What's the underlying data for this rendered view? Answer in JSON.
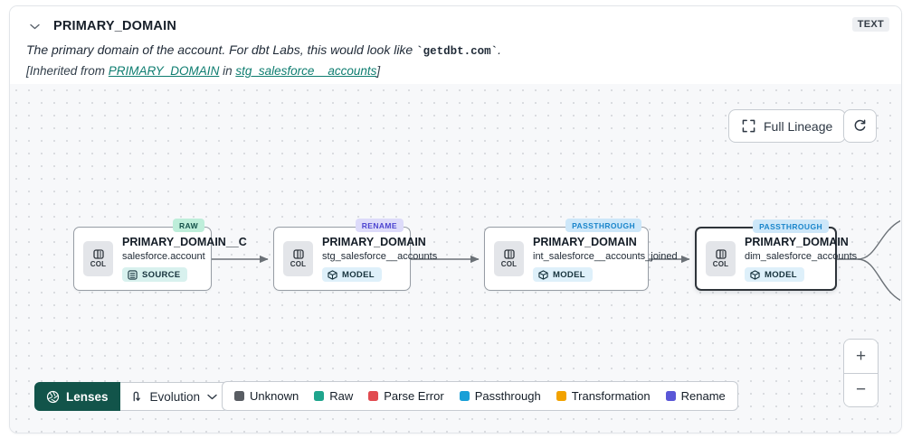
{
  "header": {
    "title": "PRIMARY_DOMAIN",
    "type_badge": "TEXT",
    "description": {
      "prefix": "The primary domain of the account. For dbt Labs, this would look like ",
      "code": "`getdbt.com`",
      "suffix": "."
    },
    "inherited": {
      "prefix": "[Inherited from ",
      "column_link": "PRIMARY_DOMAIN",
      "middle": " in ",
      "model_link": "stg_salesforce__accounts",
      "suffix": "]"
    }
  },
  "canvas": {
    "full_lineage_label": "Full Lineage",
    "zoom_in": "+",
    "zoom_out": "−"
  },
  "nodes": [
    {
      "chip": "COL",
      "badge": "RAW",
      "badge_bg": "#beeeda",
      "badge_text": "#14514a",
      "title": "PRIMARY_DOMAIN__C",
      "subtitle": "salesforce.account",
      "resource": "SOURCE",
      "resource_bg": "#d8f1ee"
    },
    {
      "chip": "COL",
      "badge": "RENAME",
      "badge_bg": "#dddbfa",
      "badge_text": "#4d45d0",
      "title": "PRIMARY_DOMAIN",
      "subtitle": "stg_salesforce__accounts",
      "resource": "MODEL",
      "resource_bg": "#def0fa"
    },
    {
      "chip": "COL",
      "badge": "PASSTHROUGH",
      "badge_bg": "#cde7f9",
      "badge_text": "#1a85cb",
      "title": "PRIMARY_DOMAIN",
      "subtitle": "int_salesforce__accounts_joined",
      "resource": "MODEL",
      "resource_bg": "#def0fa"
    },
    {
      "chip": "COL",
      "badge": "PASSTHROUGH",
      "badge_bg": "#cde7f9",
      "badge_text": "#1a85cb",
      "title": "PRIMARY_DOMAIN",
      "subtitle": "dim_salesforce_accounts",
      "resource": "MODEL",
      "resource_bg": "#def0fa"
    }
  ],
  "footer": {
    "lenses_label": "Lenses",
    "lens_selected": "Evolution"
  },
  "legend": [
    {
      "label": "Unknown",
      "color": "#595d63"
    },
    {
      "label": "Raw",
      "color": "#1fa58d"
    },
    {
      "label": "Parse Error",
      "color": "#e14b50"
    },
    {
      "label": "Passthrough",
      "color": "#189fd7"
    },
    {
      "label": "Transformation",
      "color": "#f2a200"
    },
    {
      "label": "Rename",
      "color": "#5a57d7"
    }
  ],
  "colors": {
    "link_teal": "#0e7d70",
    "lenses_button_bg": "#12544a",
    "edge_stroke": "#6b7177",
    "canvas_bg": "#f7f8fa",
    "selected_node_border": "#2e343a"
  }
}
